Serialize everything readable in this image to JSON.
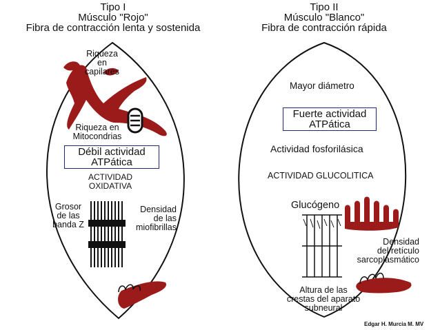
{
  "left": {
    "header": {
      "line1": "Tipo I",
      "line2": "Músculo \"Rojo\"",
      "line3": "Fibra de contracción lenta y sostenida"
    },
    "capillaries": {
      "l1": "Riqueza",
      "l2": "en",
      "l3": "capilares"
    },
    "mitochondria": {
      "l1": "Riqueza en",
      "l2": "Mitocondrias"
    },
    "atpase_box": {
      "l1": "Débil actividad",
      "l2": "ATPática"
    },
    "oxidative": {
      "l1": "ACTIVIDAD",
      "l2": "OXIDATIVA"
    },
    "zband": {
      "l1": "Grosor",
      "l2": "de las",
      "l3": "banda Z"
    },
    "myofibril": {
      "l1": "Densidad",
      "l2": "de las",
      "l3": "miofibrillas"
    }
  },
  "right": {
    "header": {
      "line1": "Tipo II",
      "line2": "Músculo \"Blanco\"",
      "line3": "Fibra de contracción rápida"
    },
    "diameter": "Mayor diámetro",
    "atpase_box": {
      "l1": "Fuerte actividad",
      "l2": "ATPática"
    },
    "phosphorylase": "Actividad fosforilásica",
    "glycolytic": "ACTIVIDAD GLUCOLITICA",
    "glycogen": "Glucógeno",
    "reticulum": {
      "l1": "Densidad",
      "l2": "del retículo",
      "l3": "sarcoplasmático"
    },
    "junctional": {
      "l1": "Altura de las",
      "l2": "crestas del aparato",
      "l3": "subneural"
    }
  },
  "credit": "Edgar H. Murcia M.  MV",
  "colors": {
    "vessel": "#9b1b1b",
    "box_border": "#1b2a7a",
    "line": "#111111"
  }
}
